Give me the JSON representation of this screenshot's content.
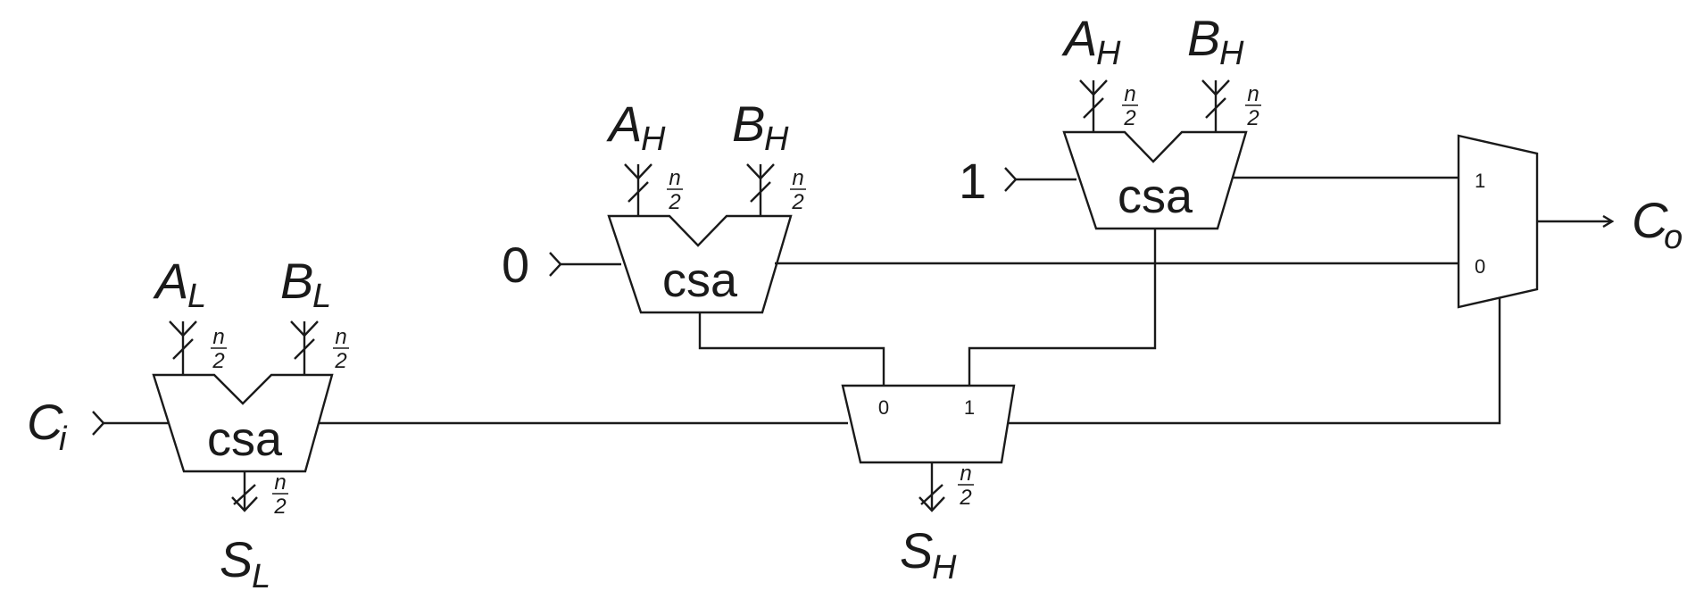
{
  "colors": {
    "stroke": "#1a1a1a",
    "background": "#ffffff"
  },
  "adders": {
    "low": {
      "label": "csa",
      "in_a": "A",
      "in_a_sub": "L",
      "in_b": "B",
      "in_b_sub": "L",
      "carry_in": "C",
      "carry_in_sub": "i",
      "sum": "S",
      "sum_sub": "L",
      "width_num": "n",
      "width_den": "2"
    },
    "high0": {
      "label": "csa",
      "in_a": "A",
      "in_a_sub": "H",
      "in_b": "B",
      "in_b_sub": "H",
      "carry_in": "0",
      "width_num": "n",
      "width_den": "2"
    },
    "high1": {
      "label": "csa",
      "in_a": "A",
      "in_a_sub": "H",
      "in_b": "B",
      "in_b_sub": "H",
      "carry_in": "1",
      "width_num": "n",
      "width_den": "2"
    }
  },
  "sum_mux": {
    "sel0": "0",
    "sel1": "1",
    "out": "S",
    "out_sub": "H",
    "width_num": "n",
    "width_den": "2"
  },
  "carry_mux": {
    "sel1": "1",
    "sel0": "0",
    "out": "C",
    "out_sub": "o"
  }
}
